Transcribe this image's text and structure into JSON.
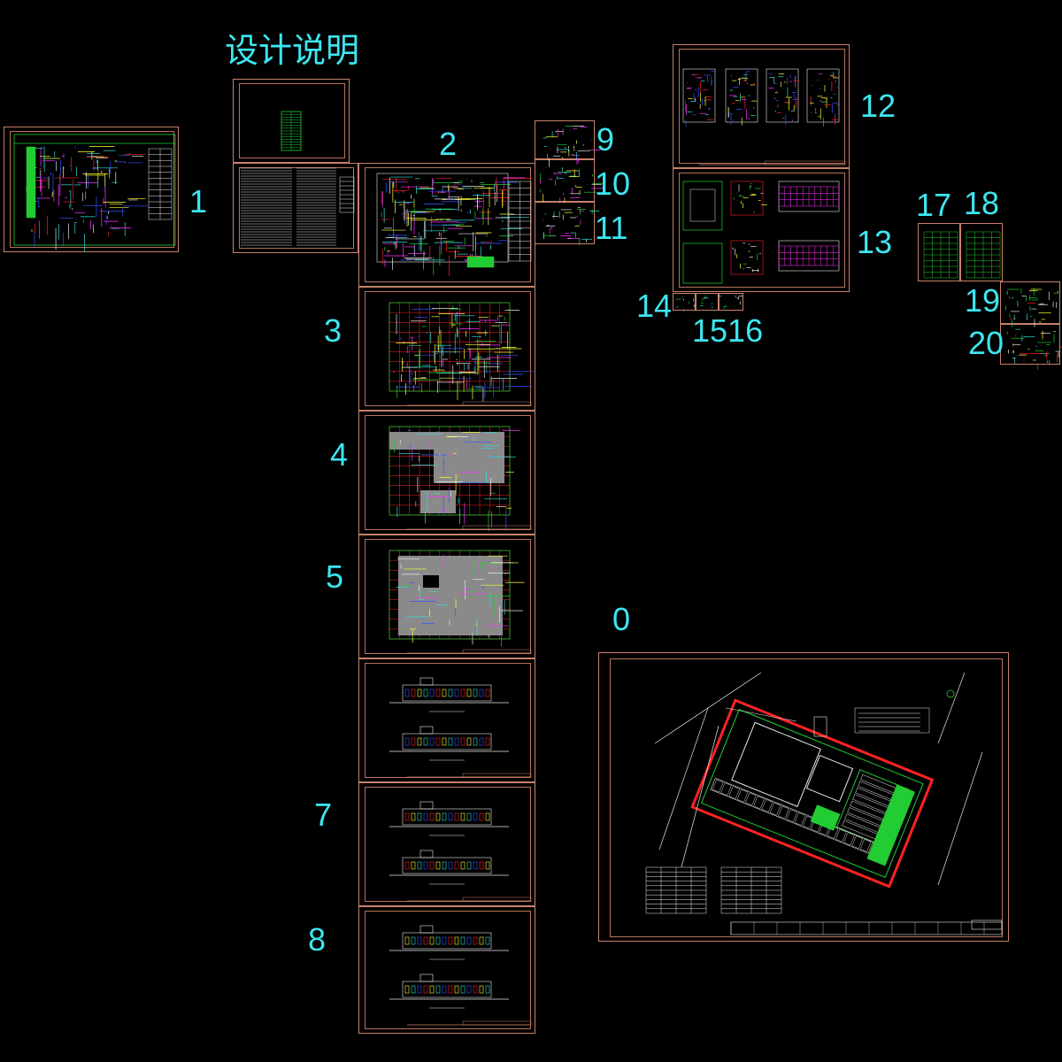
{
  "canvas": {
    "background": "#000000"
  },
  "colors": {
    "label": "#3ce6f0",
    "frame": "#c8826a",
    "green": "#22cc33",
    "magenta": "#ff33ff",
    "yellow": "#ffff33",
    "blue": "#3355ff",
    "red": "#ff2222",
    "white": "#e8e8e8",
    "gray": "#8a8a8a",
    "cyan": "#33dddd"
  },
  "title": "设计说明",
  "labels": {
    "l0": "0",
    "l1": "1",
    "l2": "2",
    "l3": "3",
    "l4": "4",
    "l5": "5",
    "l7": "7",
    "l8": "8",
    "l9": "9",
    "l10": "10",
    "l11": "11",
    "l12": "12",
    "l13": "13",
    "l14": "14",
    "l1516": "1516",
    "l17": "17",
    "l18": "18",
    "l19": "19",
    "l20": "20"
  }
}
